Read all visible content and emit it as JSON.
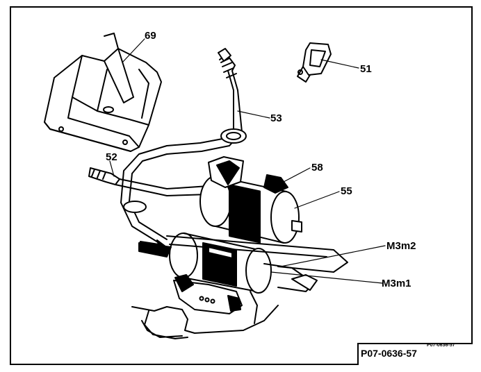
{
  "labels": {
    "l69": "69",
    "l51": "51",
    "l53": "53",
    "l52": "52",
    "l58": "58",
    "l55": "55",
    "m3m2": "M3m2",
    "m3m1": "M3m1"
  },
  "reference": {
    "code": "P07-0636-57",
    "small_code": "P07-0636-57"
  },
  "colors": {
    "ink": "#000000",
    "paper": "#ffffff"
  }
}
